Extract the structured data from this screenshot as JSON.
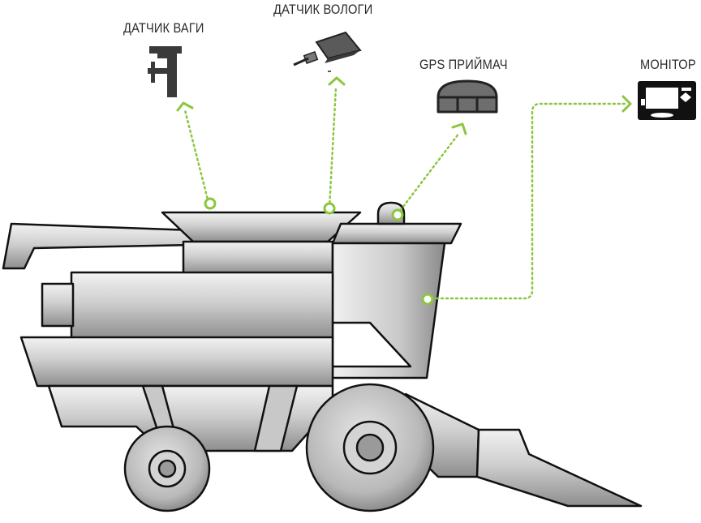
{
  "labels": {
    "weight_sensor": "ДАТЧИК ВАГИ",
    "moisture_sensor": "ДАТЧИК ВОЛОГИ",
    "gps_receiver": "GPS ПРИЙМАЧ",
    "monitor": "МОНІТОР"
  },
  "colors": {
    "connector": "#8cc63f",
    "body_light": "#e2e2e2",
    "body_mid": "#bdbdbd",
    "body_dark": "#8a8a8a",
    "outline": "#111111"
  },
  "icons": [
    "weight-sensor-icon",
    "moisture-sensor-icon",
    "gps-receiver-icon",
    "monitor-icon",
    "combine-harvester"
  ]
}
